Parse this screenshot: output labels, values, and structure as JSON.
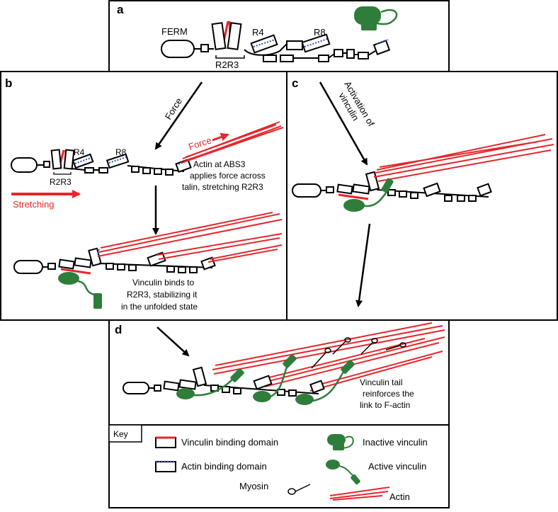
{
  "panels": {
    "a": {
      "letter": "a",
      "ferm": "FERM",
      "r2r3": "R2R3",
      "r4": "R4",
      "r8": "R8"
    },
    "b": {
      "letter": "b",
      "force_top": "Force",
      "force_right": "Force",
      "r2r3": "R2R3",
      "r4": "R4",
      "r8": "R8",
      "stretching": "Stretching",
      "actin_note": [
        "Actin at ABS3",
        "applies force across",
        "talin, stretching R2R3"
      ],
      "vinculin_note": [
        "Vinculin binds to",
        "R2R3, stabilizing it",
        "in the unfolded state"
      ]
    },
    "c": {
      "letter": "c",
      "activation": [
        "Activation of",
        "vinculin"
      ]
    },
    "d": {
      "letter": "d",
      "tail_note": [
        "Vinculin tail",
        "reinforces the",
        "link to F-actin"
      ]
    }
  },
  "key": {
    "title": "Key",
    "vbd": "Vinculin binding domain",
    "abd": "Actin binding domain",
    "myosin": "Myosin",
    "inactive": "Inactive vinculin",
    "active": "Active vinculin",
    "actin": "Actin"
  },
  "colors": {
    "talin": "#000000",
    "vinculin": "#2e7d3a",
    "actin": "#e8252b",
    "abd": "#3a4fb0"
  }
}
